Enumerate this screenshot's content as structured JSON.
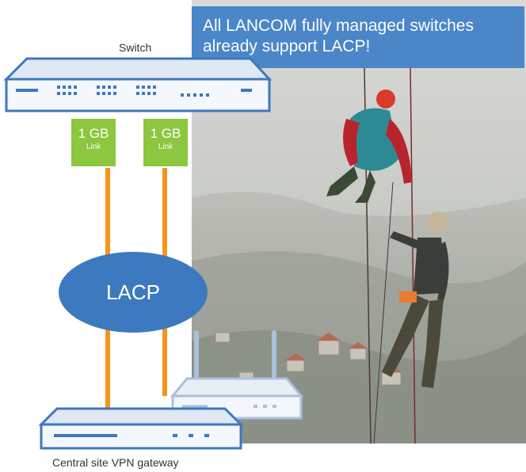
{
  "banner": {
    "line1": "All LANCOM fully managed switches",
    "line2": "already support LACP!"
  },
  "switch_label": "Switch",
  "links": [
    {
      "speed": "1 GB",
      "name": "Link"
    },
    {
      "speed": "1 GB",
      "name": "Link"
    }
  ],
  "lacp_label": "LACP",
  "gateway_label": "Central site VPN gateway",
  "colors": {
    "banner": "#4a86c8",
    "link_box": "#8dc63f",
    "cable": "#f7941d",
    "lacp": "#3d79bf",
    "device_fill": "#eef3f9",
    "device_outline": "#3d79bf"
  }
}
